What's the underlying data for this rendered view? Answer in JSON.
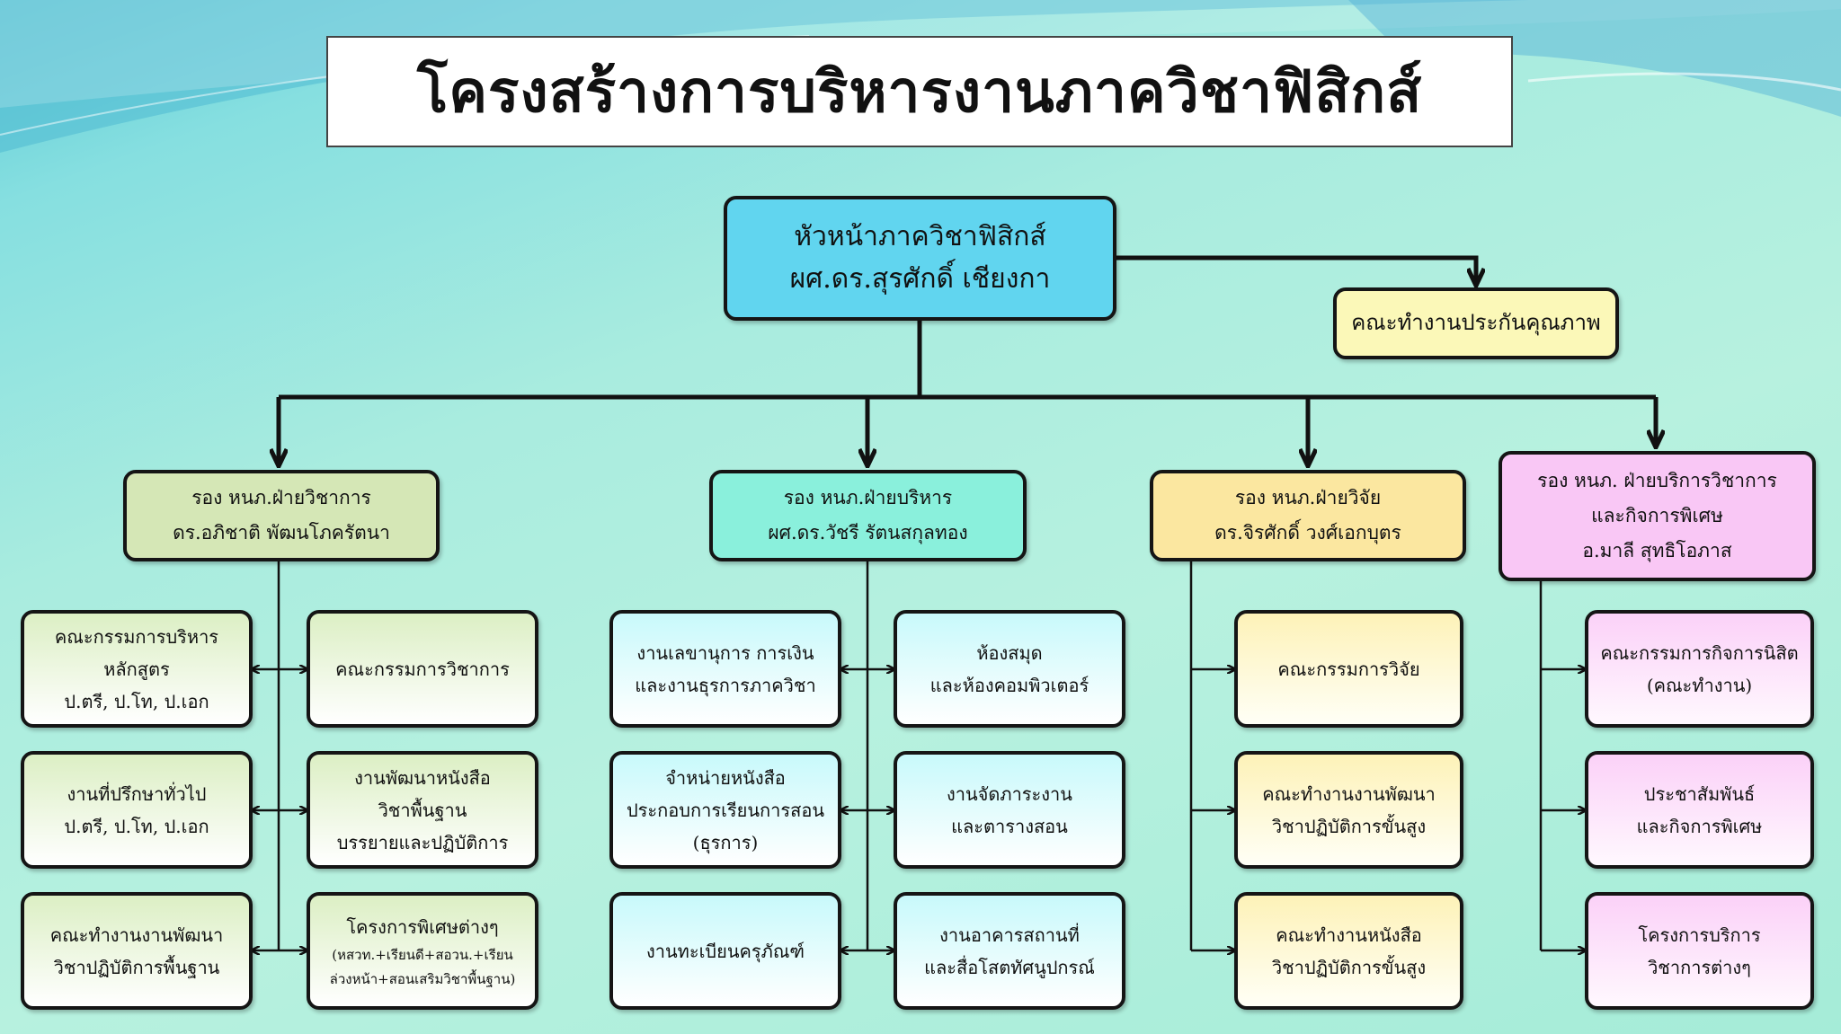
{
  "title": "โครงสร้างการบริหารงานภาควิชาฟิสิกส์",
  "head": {
    "lines": [
      "หัวหน้าภาควิชาฟิสิกส์",
      "ผศ.ดร.สุรศักดิ์ เชียงกา"
    ]
  },
  "quality": {
    "lines": [
      "คณะทำงานประกันคุณภาพ"
    ]
  },
  "branches": [
    {
      "lines": [
        "รอง หนภ.ฝ่ายวิชาการ",
        "ดร.อภิชาติ พัฒนโภครัตนา"
      ],
      "children": [
        {
          "lines": [
            "คณะกรรมการบริหาร",
            "หลักสูตร",
            "ป.ตรี, ป.โท, ป.เอก"
          ]
        },
        {
          "lines": [
            "คณะกรรมการวิชาการ"
          ]
        },
        {
          "lines": [
            "งานที่ปรึกษาทั่วไป",
            "ป.ตรี, ป.โท, ป.เอก"
          ]
        },
        {
          "lines": [
            "งานพัฒนาหนังสือ",
            "วิชาพื้นฐาน",
            "บรรยายและปฏิบัติการ"
          ]
        },
        {
          "lines": [
            "คณะทำงานงานพัฒนา",
            "วิชาปฏิบัติการพื้นฐาน"
          ]
        },
        {
          "lines": [
            "โครงการพิเศษต่างๆ",
            "(หสวท.+เรียนดี+สอวน.+เรียน",
            "ล่วงหน้า+สอนเสริมวิชาพื้นฐาน)"
          ]
        }
      ]
    },
    {
      "lines": [
        "รอง หนภ.ฝ่ายบริหาร",
        "ผศ.ดร.วัชรี รัตนสกุลทอง"
      ],
      "children": [
        {
          "lines": [
            "งานเลขานุการ การเงิน",
            "และงานธุรการภาควิชา"
          ]
        },
        {
          "lines": [
            "ห้องสมุด",
            "และห้องคอมพิวเตอร์"
          ]
        },
        {
          "lines": [
            "จำหน่ายหนังสือ",
            "ประกอบการเรียนการสอน",
            "(ธุรการ)"
          ]
        },
        {
          "lines": [
            "งานจัดภาระงาน",
            "และตารางสอน"
          ]
        },
        {
          "lines": [
            "งานทะเบียนครุภัณฑ์"
          ]
        },
        {
          "lines": [
            "งานอาคารสถานที่",
            "และสื่อโสตทัศนูปกรณ์"
          ]
        }
      ]
    },
    {
      "lines": [
        "รอง หนภ.ฝ่ายวิจัย",
        "ดร.จิรศักดิ์ วงศ์เอกบุตร"
      ],
      "children": [
        {
          "lines": [
            "คณะกรรมการวิจัย"
          ]
        },
        {
          "lines": [
            "คณะทำงานงานพัฒนา",
            "วิชาปฏิบัติการขั้นสูง"
          ]
        },
        {
          "lines": [
            "คณะทำงานหนังสือ",
            "วิชาปฏิบัติการขั้นสูง"
          ]
        }
      ]
    },
    {
      "lines": [
        "รอง หนภ. ฝ่ายบริการวิชาการ",
        "และกิจการพิเศษ",
        "อ.มาลี สุทธิโอภาส"
      ],
      "children": [
        {
          "lines": [
            "คณะกรรมการกิจการนิสิต",
            "(คณะทำงาน)"
          ]
        },
        {
          "lines": [
            "ประชาสัมพันธ์",
            "และกิจการพิเศษ"
          ]
        },
        {
          "lines": [
            "โครงการบริการ",
            "วิชาการต่างๆ"
          ]
        }
      ]
    }
  ]
}
